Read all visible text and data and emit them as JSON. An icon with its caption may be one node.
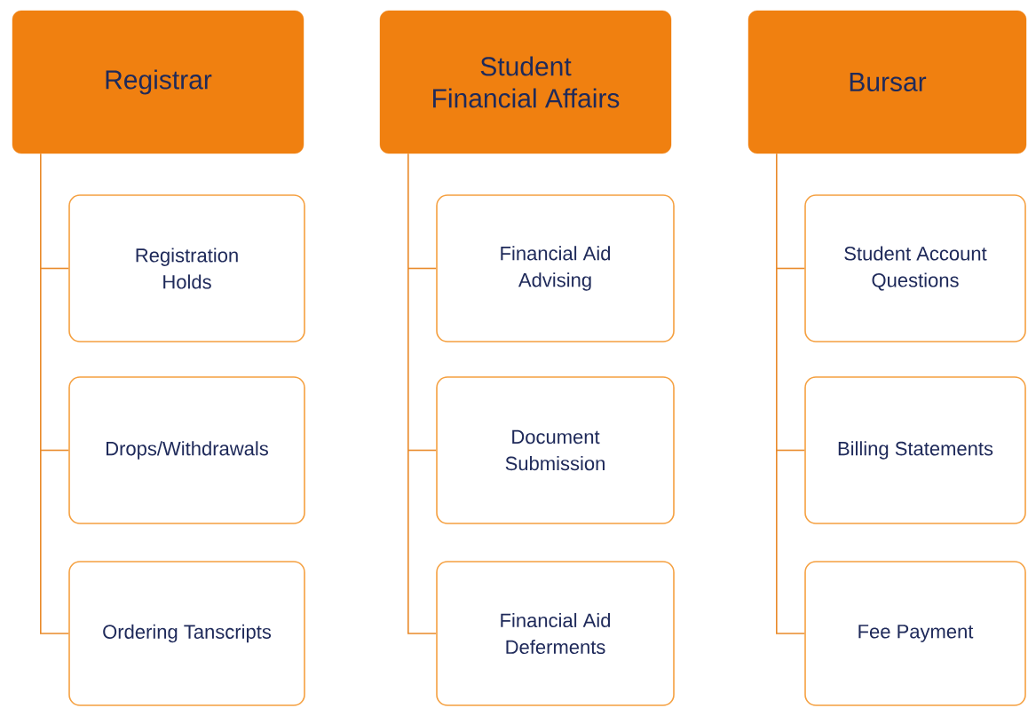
{
  "diagram": {
    "nodes": [
      {
        "text": [
          "Registrar"
        ]
      },
      {
        "text": [
          "Registration Holds"
        ]
      },
      {
        "text": [
          "Drops/Withdrawals"
        ]
      },
      {
        "text": [
          "Ordering Tanscripts"
        ]
      },
      {
        "text": [
          "Student Financial Affairs"
        ]
      },
      {
        "text": [
          "Financial Aid Advising"
        ]
      },
      {
        "text": [
          "Document Submission"
        ]
      },
      {
        "text": [
          "Financial Aid Deferments"
        ]
      },
      {
        "text": [
          "Bursar"
        ]
      },
      {
        "text": [
          "Student Account Questions"
        ]
      },
      {
        "text": [
          "Billing Statements"
        ]
      },
      {
        "text": [
          "Fee Payment"
        ]
      }
    ],
    "edges": [
      {
        "from": 0,
        "to": 1,
        "arrow": "none"
      },
      {
        "from": 0,
        "to": 2,
        "arrow": "none"
      },
      {
        "from": 0,
        "to": 3,
        "arrow": "none"
      },
      {
        "from": 4,
        "to": 5,
        "arrow": "none"
      },
      {
        "from": 4,
        "to": 6,
        "arrow": "none"
      },
      {
        "from": 4,
        "to": 7,
        "arrow": "none"
      },
      {
        "from": 8,
        "to": 9,
        "arrow": "none"
      },
      {
        "from": 8,
        "to": 10,
        "arrow": "none"
      },
      {
        "from": 8,
        "to": 11,
        "arrow": "none"
      }
    ]
  }
}
